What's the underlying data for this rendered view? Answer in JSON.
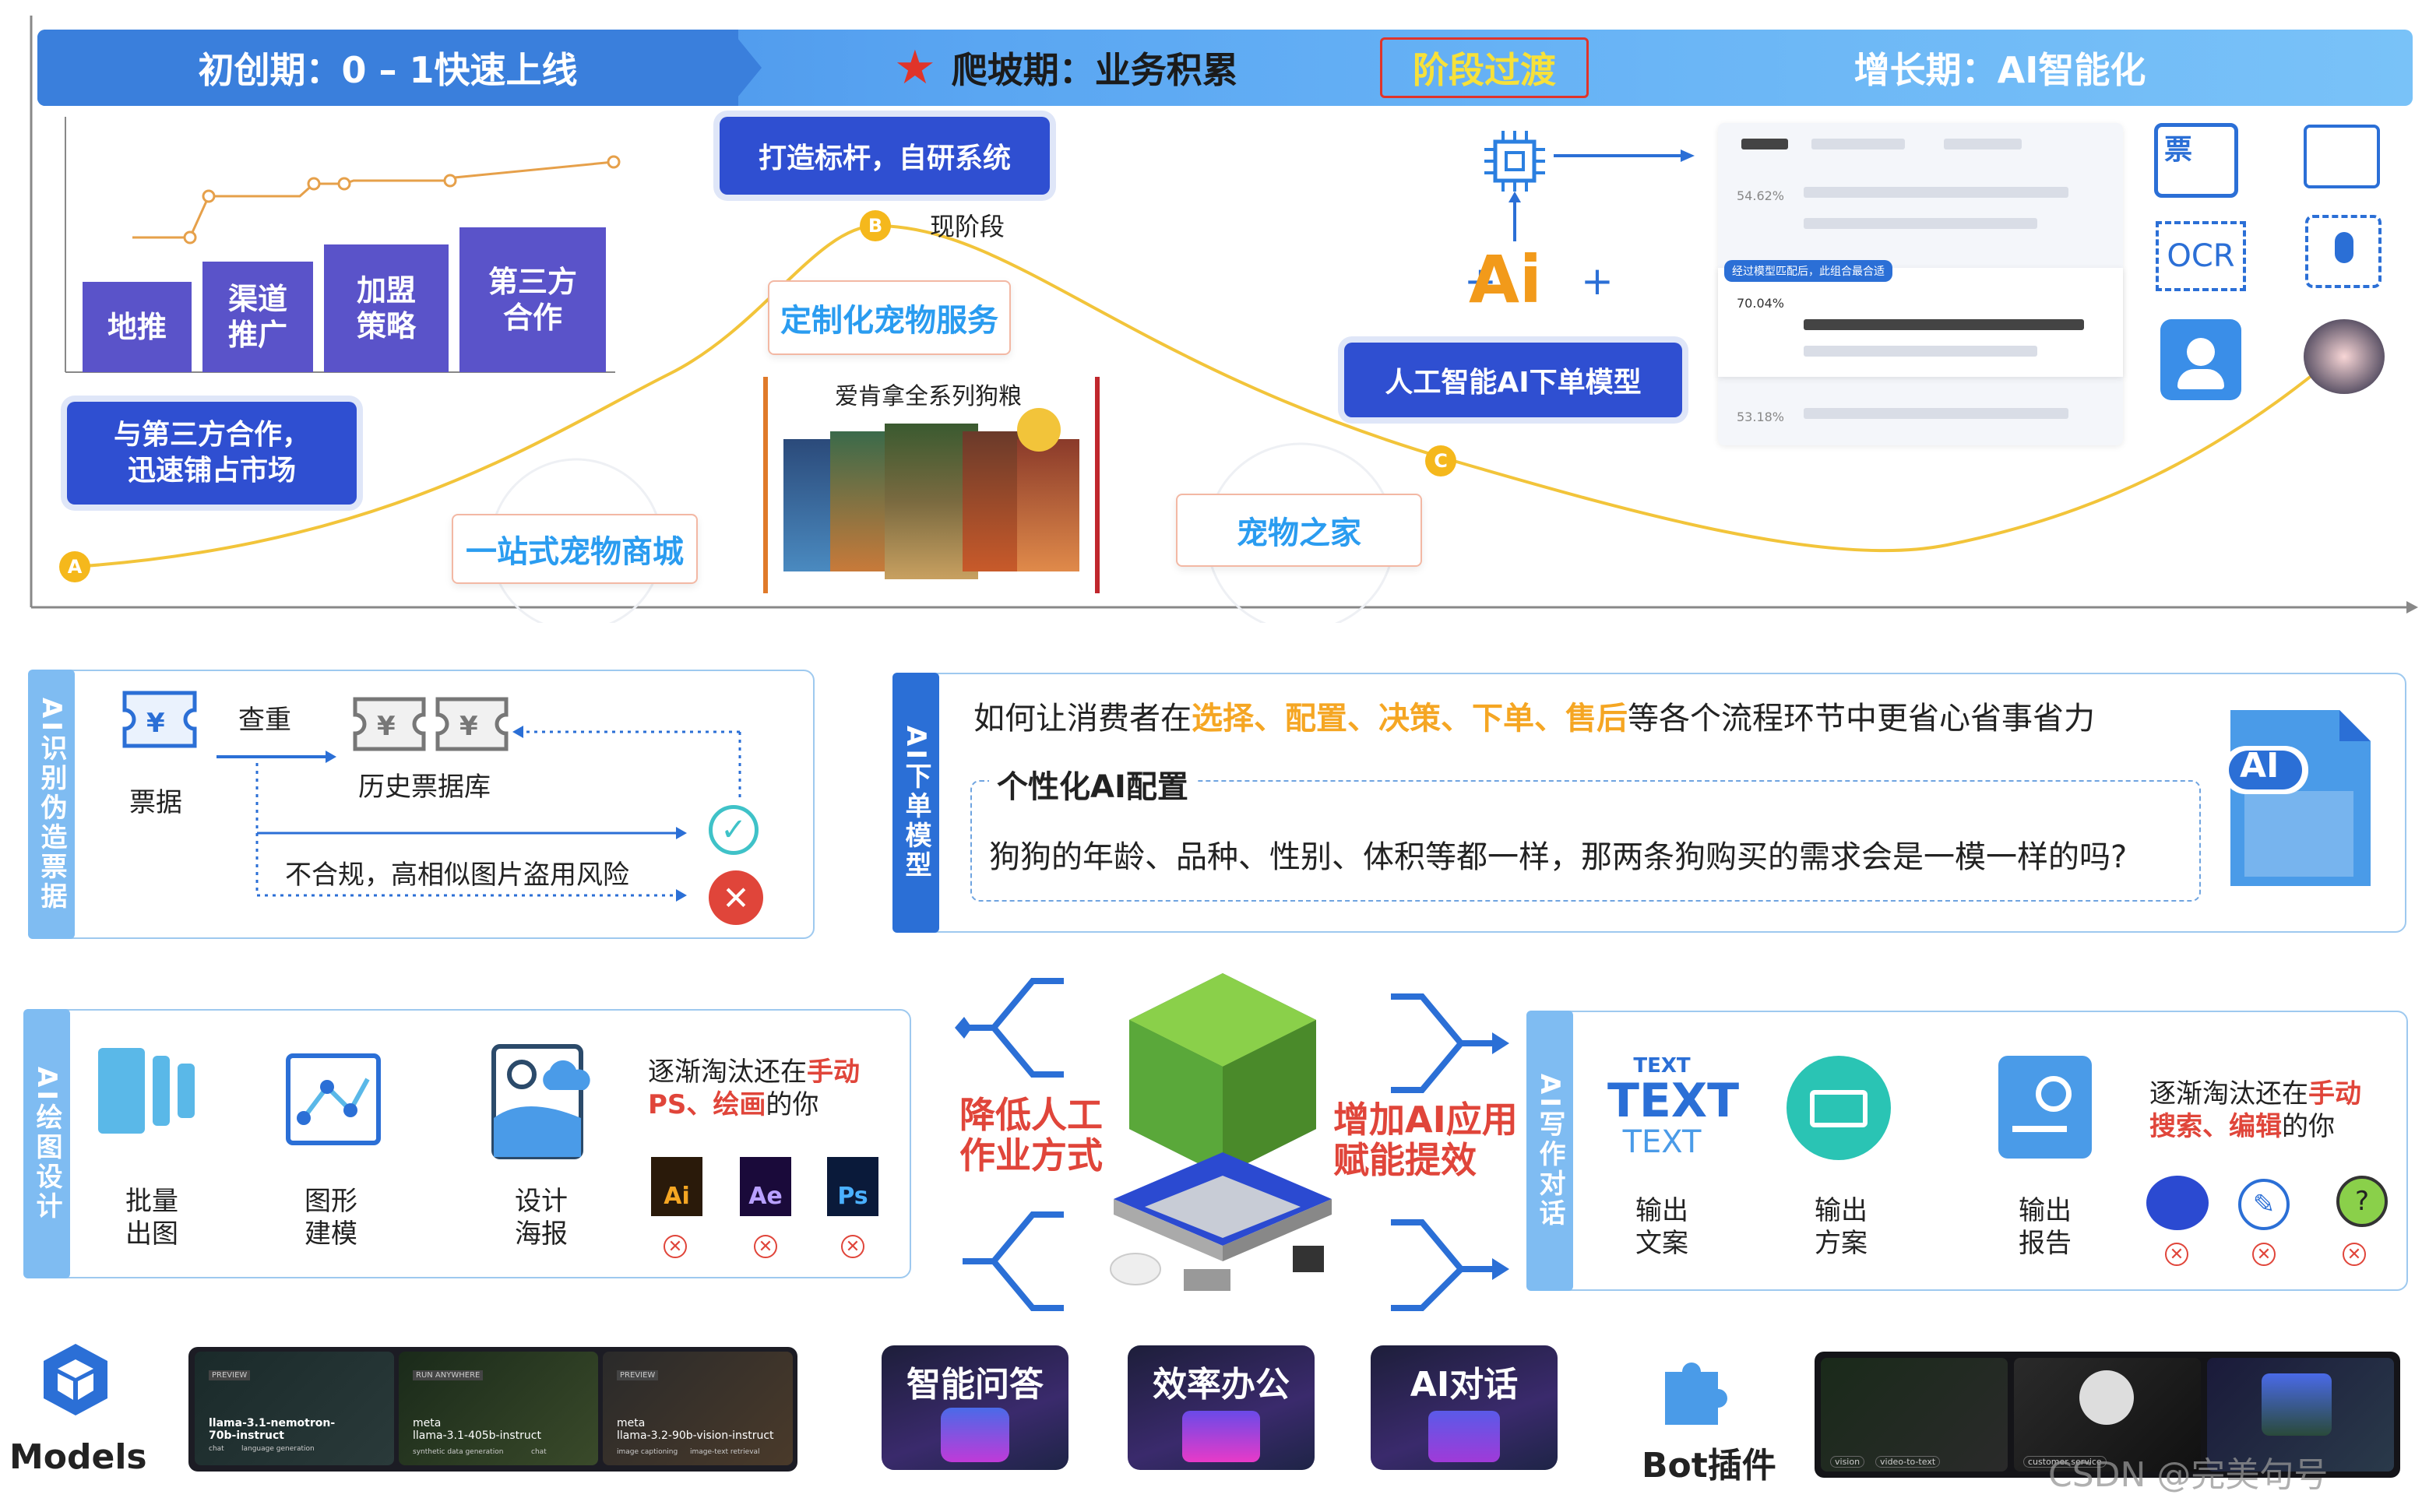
{
  "banner": {
    "stage1": "初创期：0 – 1快速上线",
    "stage2": "爬坡期：业务积累",
    "stage_transition": "阶段过渡",
    "stage3": "增长期：AI智能化"
  },
  "timeline": {
    "bars": [
      "地推",
      "渠道\n推广",
      "加盟\n策略",
      "第三方\n合作"
    ],
    "box_cooperate": "与第三方合作，\n迅速铺占市场",
    "box_benchmark": "打造标杆，自研系统",
    "current_stage": "现阶段",
    "custom_service": "定制化宠物服务",
    "product_title": "爱肯拿全系列狗粮",
    "one_stop": "一站式宠物商城",
    "pet_home": "宠物之家",
    "ai_model_box": "人工智能AI下单模型",
    "ai_text": "Ai",
    "points": [
      "A",
      "B",
      "C"
    ],
    "ocr": "OCR",
    "ticket": "票",
    "screen_pcts": [
      "54.62%",
      "70.04%",
      "53.18%"
    ],
    "screen_note": "经过模型匹配后，此组合最合适"
  },
  "invoice": {
    "tag": "AI识别伪造票据",
    "ticket": "票据",
    "check": "查重",
    "history": "历史票据库",
    "risk": "不合规，高相似图片盗用风险"
  },
  "order": {
    "tag": "AI下单模型",
    "line_pre": "如何让消费者在",
    "kw1": "选择",
    "sep1": "、",
    "kw2": "配置",
    "sep2": "、",
    "kw3": "决策",
    "sep3": "、",
    "kw4": "下单",
    "sep4": "、",
    "kw5": "售后",
    "line_post": "等各个流程环节中更省心省事省力",
    "sub": "个性化AI配置",
    "question": "狗狗的年龄、品种、性别、体积等都一样，那两条狗购买的需求会是一模一样的吗?",
    "icon": "AI"
  },
  "draw": {
    "tag": "AI绘图设计",
    "items": [
      "批量\n出图",
      "图形\n建模",
      "设计\n海报"
    ],
    "note_pre": "逐渐淘汰还在",
    "note_kw1": "手动",
    "note_kw2": "PS、绘画",
    "note_post": "的你",
    "apps": [
      "Ai",
      "Ae",
      "Ps"
    ]
  },
  "center": {
    "left": "降低人工\n作业方式",
    "right": "增加AI应用\n赋能提效"
  },
  "write": {
    "tag": "AI写作对话",
    "items": [
      "输出\n文案",
      "输出\n方案",
      "输出\n报告"
    ],
    "note_pre": "逐渐淘汰还在",
    "note_kw1": "手动",
    "note_kw2": "搜索、编辑",
    "note_post": "的你",
    "text_icon": [
      "TEXT",
      "TEXT",
      "TEXT"
    ]
  },
  "bottom": {
    "models": "Models",
    "cards": [
      "智能问答",
      "效率办公",
      "AI对话"
    ],
    "bot": "Bot插件",
    "watermark": "CSDN @完美句号",
    "model_cards": [
      {
        "tag": "PREVIEW",
        "name": "llama-3.1-nemotron-70b-instruct",
        "chips": [
          "chat",
          "language generation"
        ]
      },
      {
        "tag": "RUN ANYWHERE",
        "name": "meta\nllama-3.1-405b-instruct",
        "chips": [
          "synthetic data generation",
          "chat"
        ]
      },
      {
        "tag": "PREVIEW",
        "name": "meta\nllama-3.2-90b-vision-instruct",
        "chips": [
          "image captioning",
          "image-text retrieval"
        ]
      }
    ],
    "bot_chips": [
      "vision",
      "video-to-text",
      "customer service"
    ]
  },
  "colors": {
    "accent": "#2f4fd1",
    "orange": "#f5a623",
    "red": "#e0453a",
    "blue": "#2b6fd6"
  }
}
